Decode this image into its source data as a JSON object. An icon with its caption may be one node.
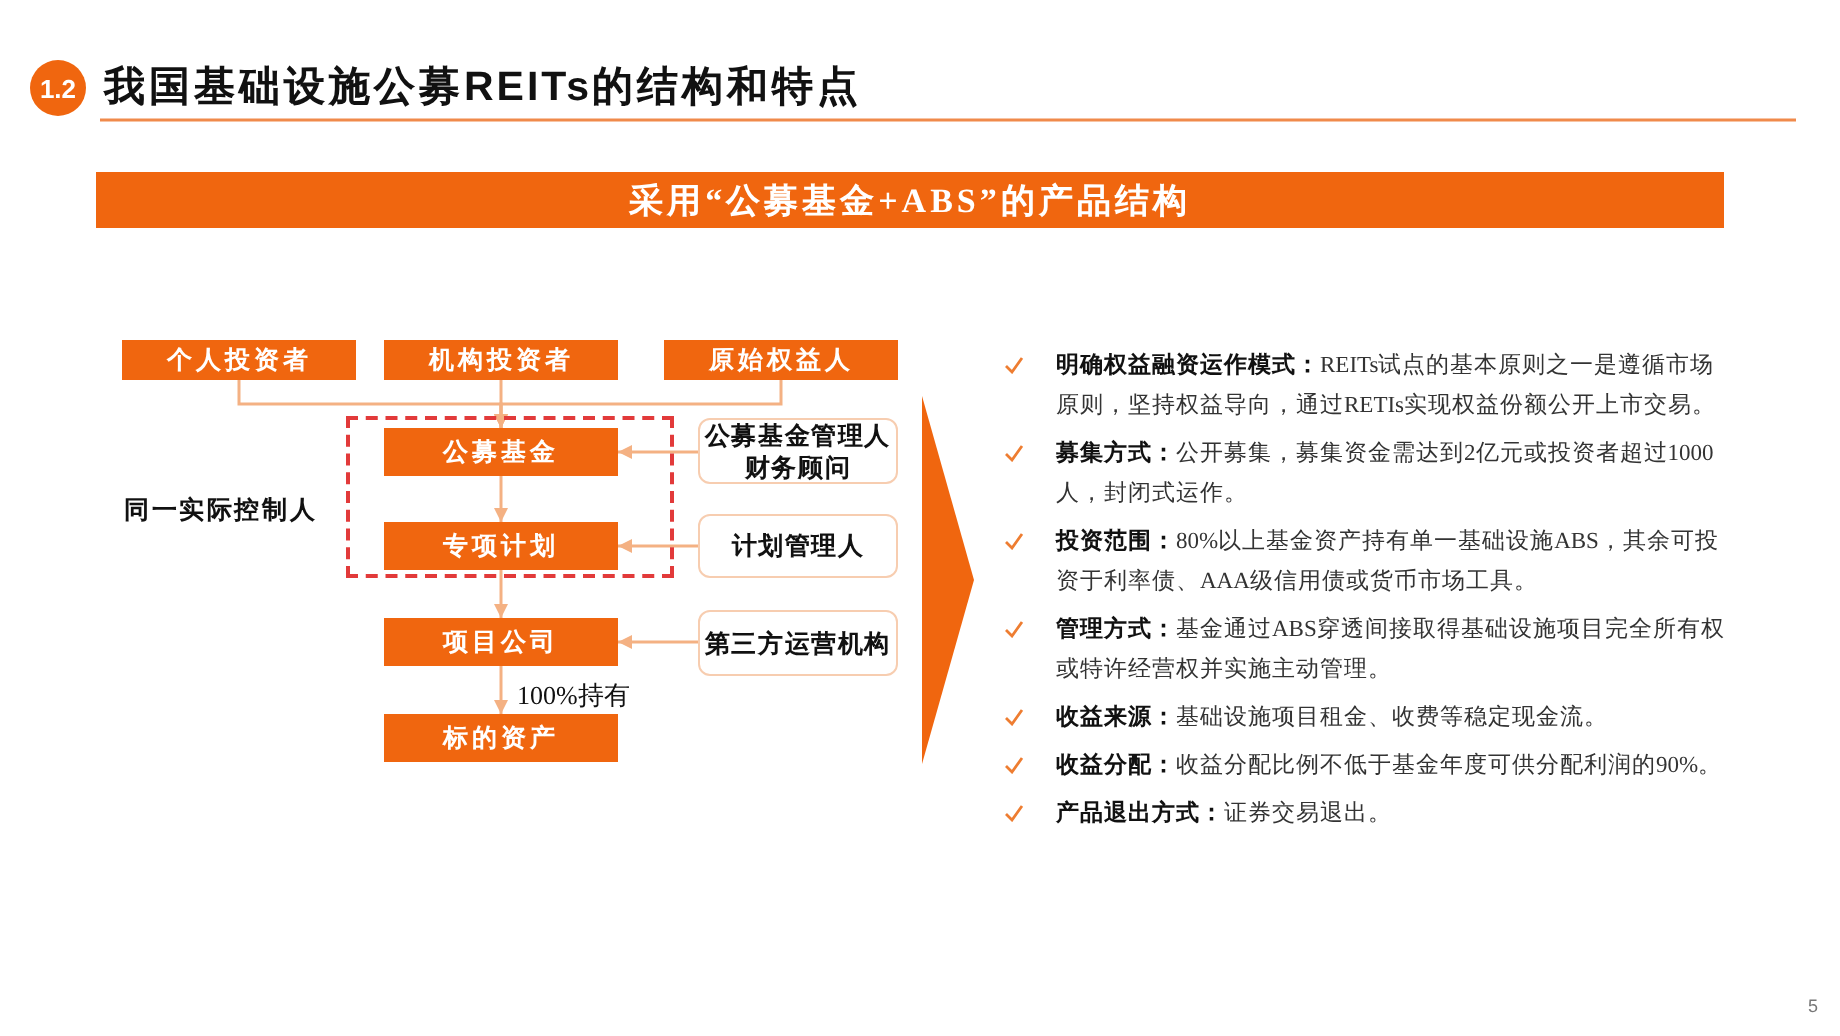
{
  "diagram": {
    "title": "我国基础设施公募REITs的结构和特点",
    "nodes": [
      {
        "text": [
          "1.2"
        ]
      },
      {
        "text": [
          "采用“公募基金+ABS”的产品结构"
        ]
      },
      {
        "text": [
          "个人投资者"
        ]
      },
      {
        "text": [
          "机构投资者"
        ]
      },
      {
        "text": [
          "原始权益人"
        ]
      },
      {
        "text": [],
        "shape": "box",
        "beside": [
          "同一实际控制人"
        ]
      },
      {
        "text": [
          "公募基金"
        ],
        "in": 5
      },
      {
        "text": [
          "公募基金管理人",
          "财务顾问"
        ]
      },
      {
        "text": [
          "专项计划"
        ],
        "in": 5
      },
      {
        "text": [
          "计划管理人"
        ]
      },
      {
        "text": [
          "项目公司"
        ]
      },
      {
        "text": [
          "第三方运营机构"
        ]
      },
      {
        "text": [
          "标的资产"
        ]
      }
    ],
    "edges": [
      {
        "from": 2,
        "to": 6,
        "arrow": "to"
      },
      {
        "from": 3,
        "to": 6,
        "arrow": "to"
      },
      {
        "from": 4,
        "to": 6,
        "arrow": "to"
      },
      {
        "from": 7,
        "to": 6,
        "arrow": "to"
      },
      {
        "from": 6,
        "to": 8,
        "arrow": "to"
      },
      {
        "from": 9,
        "to": 8,
        "arrow": "to"
      },
      {
        "from": 8,
        "to": 10,
        "arrow": "to"
      },
      {
        "from": 11,
        "to": 10,
        "arrow": "to"
      },
      {
        "from": 10,
        "to": 12,
        "arrow": "to",
        "label": "100%持有"
      }
    ],
    "labels": [
      "**明确权益融资运作模式：**REITs试点的基本原则之一是遵循市场原则，坚持权益导向，通过RETIs实现权益份额公开上市交易。",
      "**募集方式：**公开募集，募集资金需达到2亿元或投资者超过1000人，封闭式运作。",
      "**投资范围：**80%以上基金资产持有单一基础设施ABS，其余可投资于利率债、AAA级信用债或货币市场工具。",
      "**管理方式：**基金通过ABS穿透间接取得基础设施项目完全所有权或特许经营权并实施主动管理。",
      "**收益来源：**基础设施项目租金、收费等稳定现金流。",
      "**收益分配：**收益分配比例不低于基金年度可供分配利润的90%。",
      "**产品退出方式：**证券交易退出。",
      "5"
    ]
  }
}
